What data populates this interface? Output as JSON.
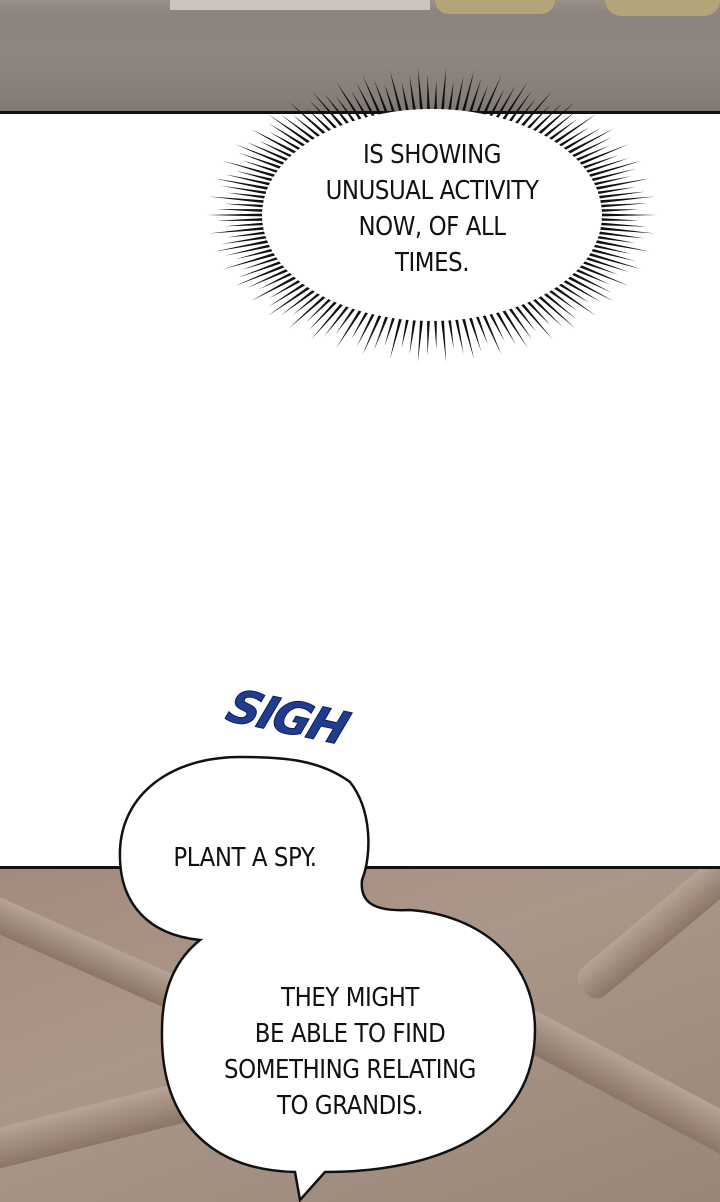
{
  "burst_bubble": {
    "lines": [
      "IS SHOWING",
      "UNUSUAL ACTIVITY",
      "NOW, OF ALL",
      "TIMES."
    ]
  },
  "sound_effect": "SIGH",
  "bubble_1": {
    "text": "PLANT A SPY."
  },
  "bubble_2": {
    "lines": [
      "THEY MIGHT",
      "BE ABLE TO FIND",
      "SOMETHING RELATING",
      "TO GRANDIS."
    ]
  },
  "colors": {
    "top_panel": "#8e8580",
    "bottom_panel": "#a38b7c",
    "sfx": "#1f3d8c"
  }
}
